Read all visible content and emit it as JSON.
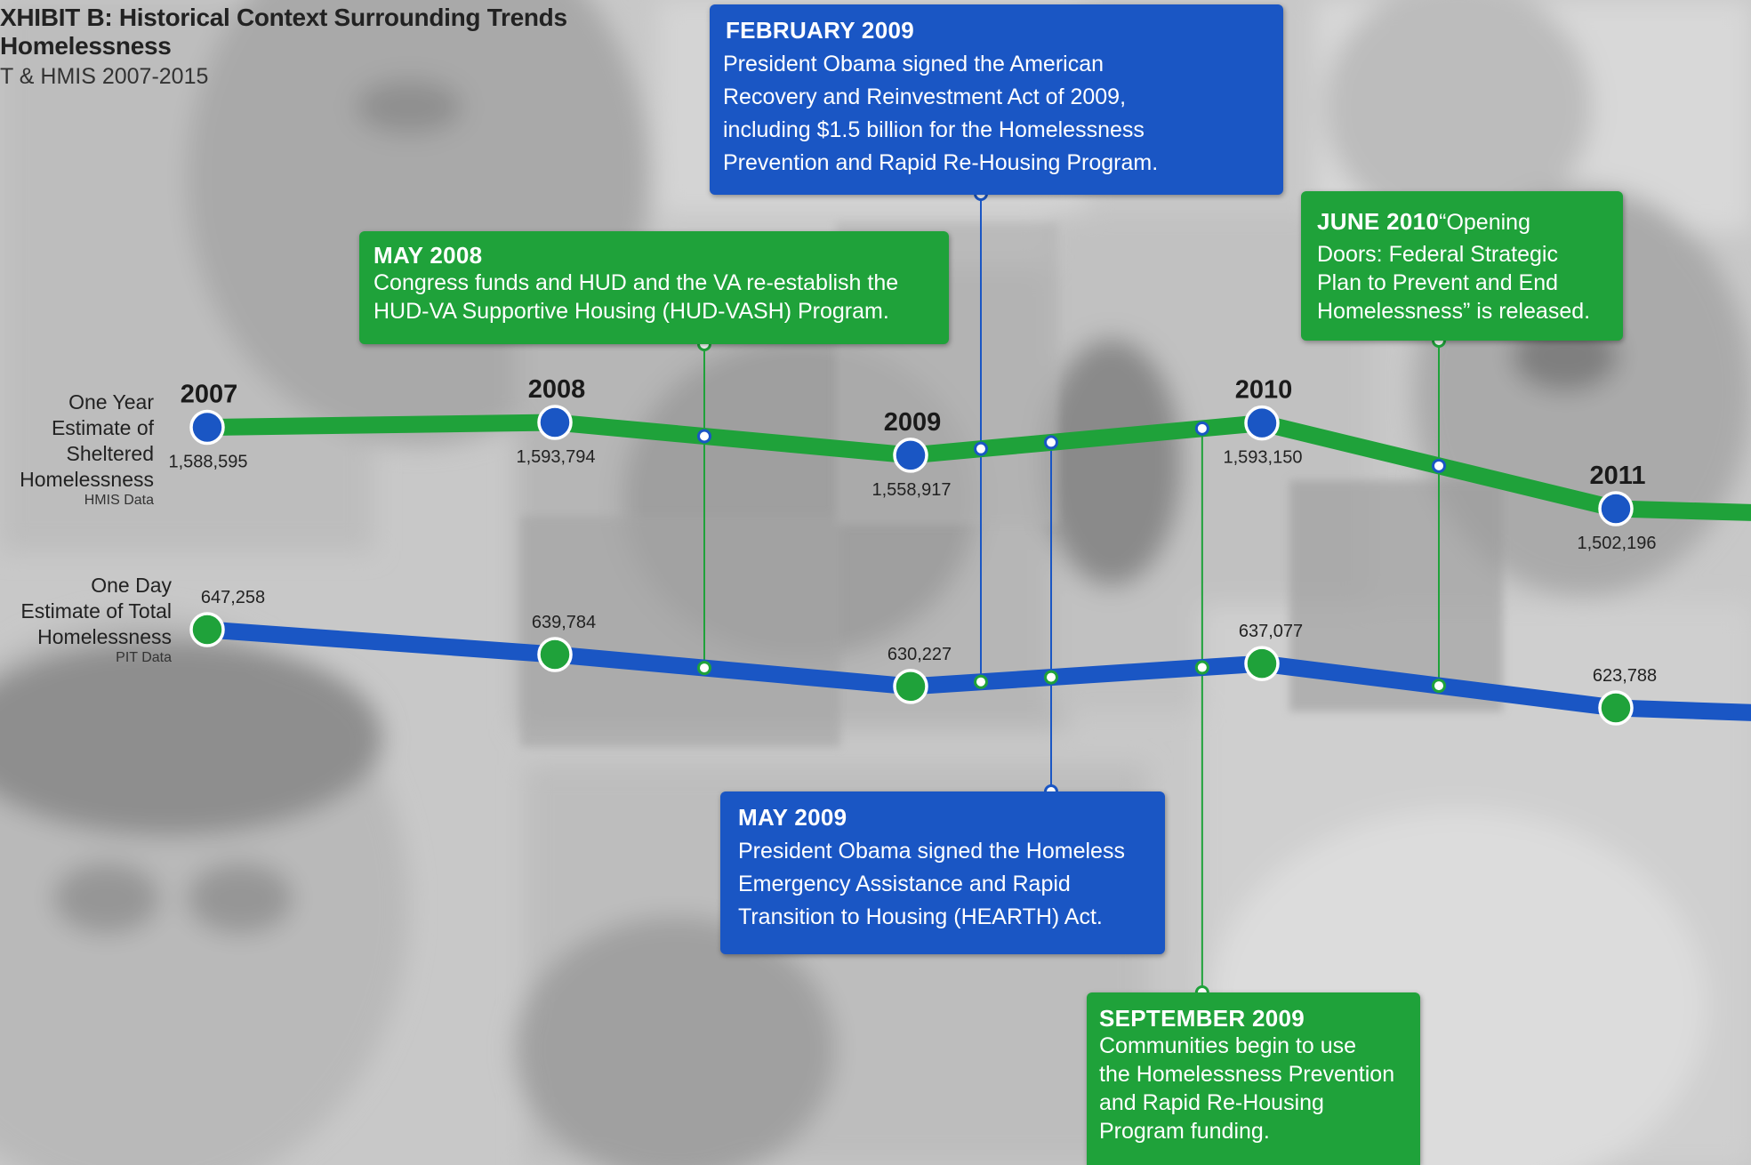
{
  "header": {
    "title_line1": "XHIBIT B: Historical Context Surrounding Trends",
    "title_line2": "Homelessness",
    "subtitle": "T & HMIS 2007-2015"
  },
  "series_labels": {
    "sheltered": {
      "lines": [
        "One Year",
        "Estimate of",
        "Sheltered",
        "Homelessness"
      ],
      "source": "HMIS Data"
    },
    "total": {
      "lines": [
        "One Day",
        "Estimate of Total",
        "Homelessness"
      ],
      "source": "PIT Data"
    }
  },
  "colors": {
    "green": "#1fa23a",
    "blue": "#1a56c4",
    "background": "#c9c9c9"
  },
  "chart_data": {
    "type": "line",
    "x": [
      2007,
      2008,
      2009,
      2010,
      2011
    ],
    "year_labels": [
      "2007",
      "2008",
      "2009",
      "2010",
      "2011"
    ],
    "series": [
      {
        "name": "One Year Estimate of Sheltered Homelessness",
        "source": "HMIS Data",
        "line_color": "#1fa23a",
        "marker_color": "#1a56c4",
        "values": [
          1588595,
          1593794,
          1558917,
          1593150,
          1502196
        ],
        "value_labels": [
          "1,588,595",
          "1,593,794",
          "1,558,917",
          "1,593,150",
          "1,502,196"
        ]
      },
      {
        "name": "One Day Estimate of Total Homelessness",
        "source": "PIT Data",
        "line_color": "#1a56c4",
        "marker_color": "#1fa23a",
        "values": [
          647258,
          639784,
          630227,
          637077,
          623788
        ],
        "value_labels": [
          "647,258",
          "639,784",
          "630,227",
          "637,077",
          "623,788"
        ]
      }
    ],
    "annotations": [
      {
        "date": "FEBRUARY 2009",
        "text": "President Obama signed the American Recovery and Reinvestment Act of 2009, including $1.5 billion for the Homelessness Prevention and Rapid Re-Housing Program.",
        "lines": [
          "President Obama signed the American",
          "Recovery and Reinvestment Act of 2009,",
          "including $1.5 billion for the Homelessness",
          "Prevention and Rapid Re-Housing Program."
        ],
        "x": 2009.2,
        "color": "#1a56c4",
        "position": "top"
      },
      {
        "date": "MAY 2008",
        "text": "Congress funds and HUD and the VA re-establish the HUD-VA Supportive Housing (HUD-VASH) Program.",
        "lines": [
          "Congress funds and HUD and the VA re-establish the",
          "HUD-VA Supportive Housing (HUD-VASH) Program."
        ],
        "x": 2008.42,
        "color": "#1fa23a",
        "position": "top"
      },
      {
        "date": "JUNE 2010",
        "text": "“Opening Doors: Federal Strategic Plan to Prevent and End Homelessness” is released.",
        "lines": [
          "“Opening",
          "Doors: Federal Strategic",
          "Plan to Prevent and End",
          "Homelessness” is released."
        ],
        "x": 2010.5,
        "color": "#1fa23a",
        "position": "top"
      },
      {
        "date": "MAY 2009",
        "text": "President Obama signed the Homeless Emergency Assistance and Rapid Transition to Housing (HEARTH) Act.",
        "lines": [
          "President Obama signed the Homeless",
          "Emergency Assistance and Rapid",
          "Transition to Housing (HEARTH) Act."
        ],
        "x": 2009.4,
        "color": "#1a56c4",
        "position": "bottom"
      },
      {
        "date": "SEPTEMBER 2009",
        "text": "Communities begin to use the Homelessness Prevention and Rapid Re-Housing Program funding.",
        "lines": [
          "Communities begin to use",
          "the Homelessness Prevention",
          "and Rapid Re-Housing",
          "Program funding."
        ],
        "x": 2009.83,
        "color": "#1fa23a",
        "position": "bottom"
      }
    ]
  }
}
